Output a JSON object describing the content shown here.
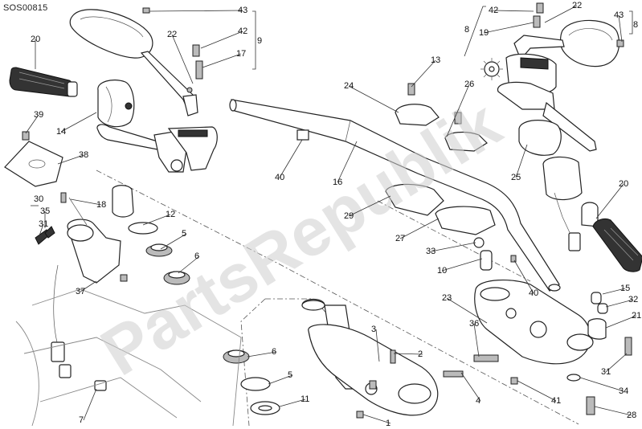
{
  "diagram_code": "SOS00815",
  "watermark": "PartsRepublik",
  "callouts": [
    {
      "id": "c20a",
      "text": "20"
    },
    {
      "id": "c39",
      "text": "39"
    },
    {
      "id": "c14",
      "text": "14"
    },
    {
      "id": "c38",
      "text": "38"
    },
    {
      "id": "c30",
      "text": "30"
    },
    {
      "id": "c35",
      "text": "35"
    },
    {
      "id": "c31a",
      "text": "31"
    },
    {
      "id": "c18",
      "text": "18"
    },
    {
      "id": "c12",
      "text": "12"
    },
    {
      "id": "c5a",
      "text": "5"
    },
    {
      "id": "c6a",
      "text": "6"
    },
    {
      "id": "c37",
      "text": "37"
    },
    {
      "id": "c7",
      "text": "7"
    },
    {
      "id": "c43a",
      "text": "43"
    },
    {
      "id": "c22a",
      "text": "22"
    },
    {
      "id": "c42a",
      "text": "42"
    },
    {
      "id": "c17",
      "text": "17"
    },
    {
      "id": "c9",
      "text": "9"
    },
    {
      "id": "c40a",
      "text": "40"
    },
    {
      "id": "c16",
      "text": "16"
    },
    {
      "id": "c24",
      "text": "24"
    },
    {
      "id": "c13",
      "text": "13"
    },
    {
      "id": "c26",
      "text": "26"
    },
    {
      "id": "c29",
      "text": "29"
    },
    {
      "id": "c27",
      "text": "27"
    },
    {
      "id": "c33",
      "text": "33"
    },
    {
      "id": "c10",
      "text": "10"
    },
    {
      "id": "c40b",
      "text": "40"
    },
    {
      "id": "c23",
      "text": "23"
    },
    {
      "id": "c36",
      "text": "36"
    },
    {
      "id": "c3",
      "text": "3"
    },
    {
      "id": "c2",
      "text": "2"
    },
    {
      "id": "c6b",
      "text": "6"
    },
    {
      "id": "c5b",
      "text": "5"
    },
    {
      "id": "c11",
      "text": "11"
    },
    {
      "id": "c4",
      "text": "4"
    },
    {
      "id": "c1",
      "text": "1"
    },
    {
      "id": "c41",
      "text": "41"
    },
    {
      "id": "c42b",
      "text": "42"
    },
    {
      "id": "c22b",
      "text": "22"
    },
    {
      "id": "c19",
      "text": "19"
    },
    {
      "id": "c8a",
      "text": "8"
    },
    {
      "id": "c43b",
      "text": "43"
    },
    {
      "id": "c8b",
      "text": "8"
    },
    {
      "id": "c25",
      "text": "25"
    },
    {
      "id": "c20b",
      "text": "20"
    },
    {
      "id": "c15",
      "text": "15"
    },
    {
      "id": "c32",
      "text": "32"
    },
    {
      "id": "c21",
      "text": "21"
    },
    {
      "id": "c31b",
      "text": "31"
    },
    {
      "id": "c34",
      "text": "34"
    },
    {
      "id": "c28",
      "text": "28"
    }
  ]
}
